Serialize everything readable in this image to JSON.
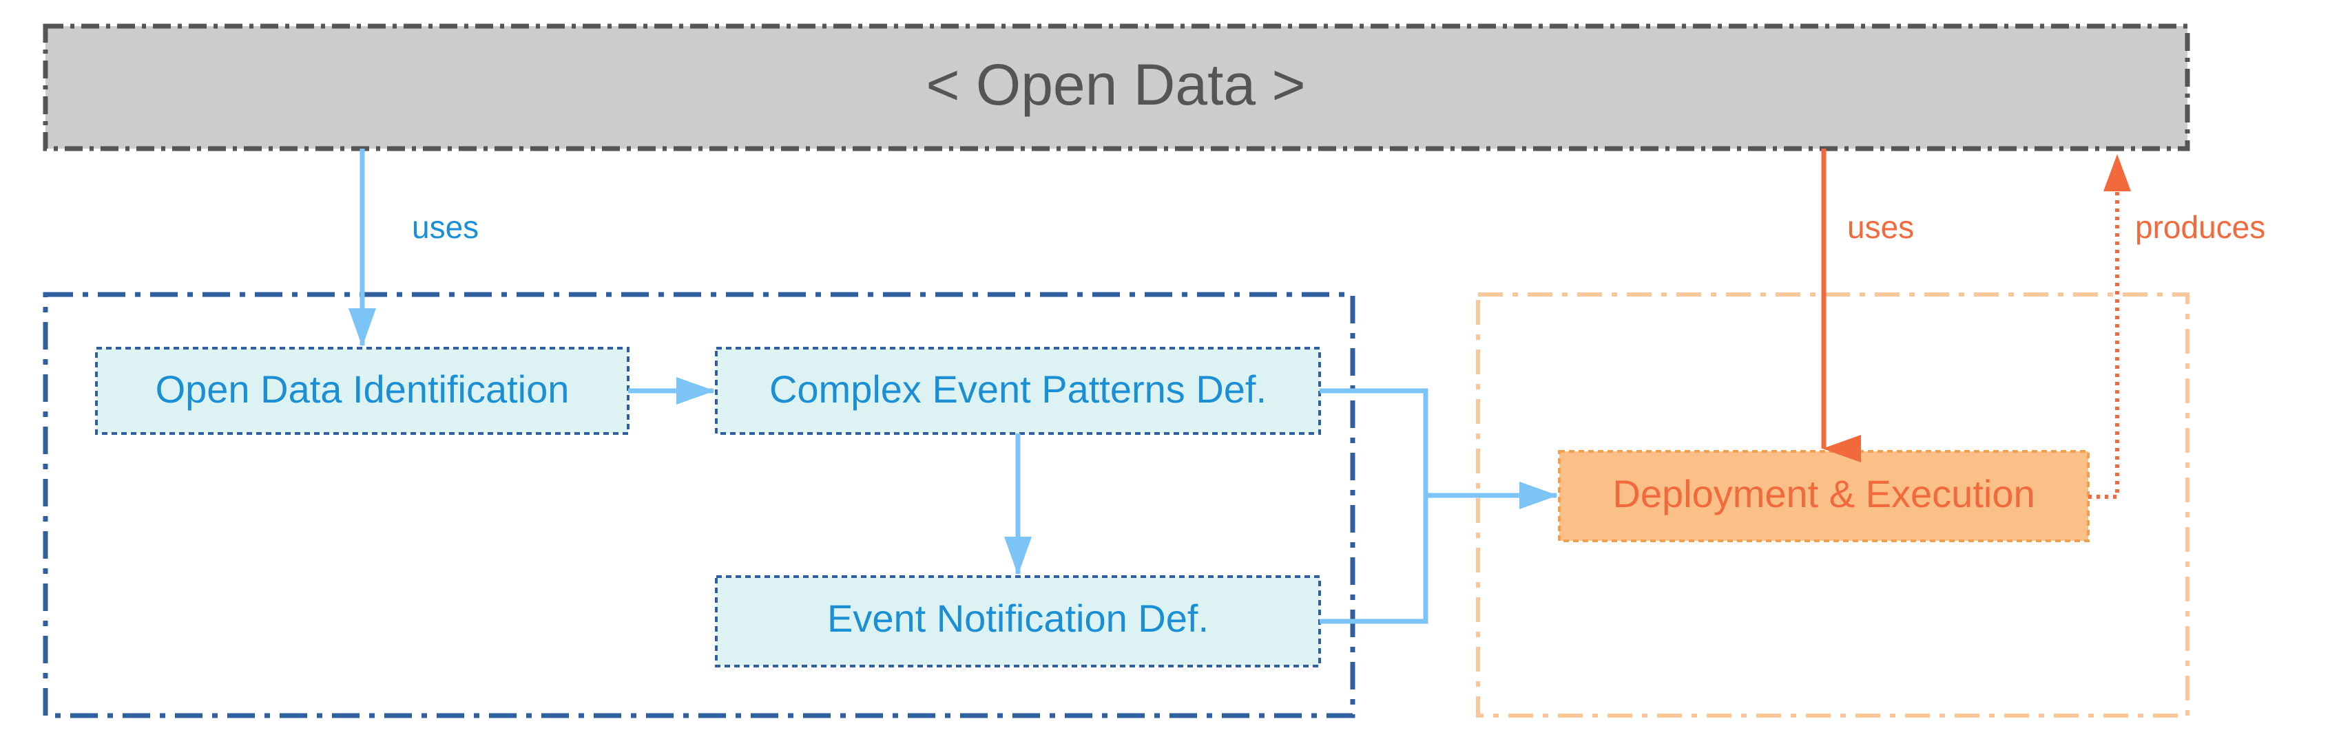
{
  "diagram": {
    "title": "< Open Data >",
    "nodes": {
      "open_data_identification": "Open Data Identification",
      "complex_event_patterns": "Complex Event Patterns Def.",
      "event_notification": "Event Notification Def.",
      "deployment_execution": "Deployment & Execution"
    },
    "edges": {
      "uses_left": "uses",
      "uses_right": "uses",
      "produces": "produces"
    },
    "colors": {
      "blue_text": "#1a8fd6",
      "blue_arrow": "#7cc4f5",
      "blue_frame": "#2f5f9e",
      "orange_text": "#f26a3c",
      "orange_arrow": "#f26a3c",
      "orange_frame": "#f9c79a",
      "grey_bar": "#cccccc",
      "grey_text": "#555555"
    }
  }
}
